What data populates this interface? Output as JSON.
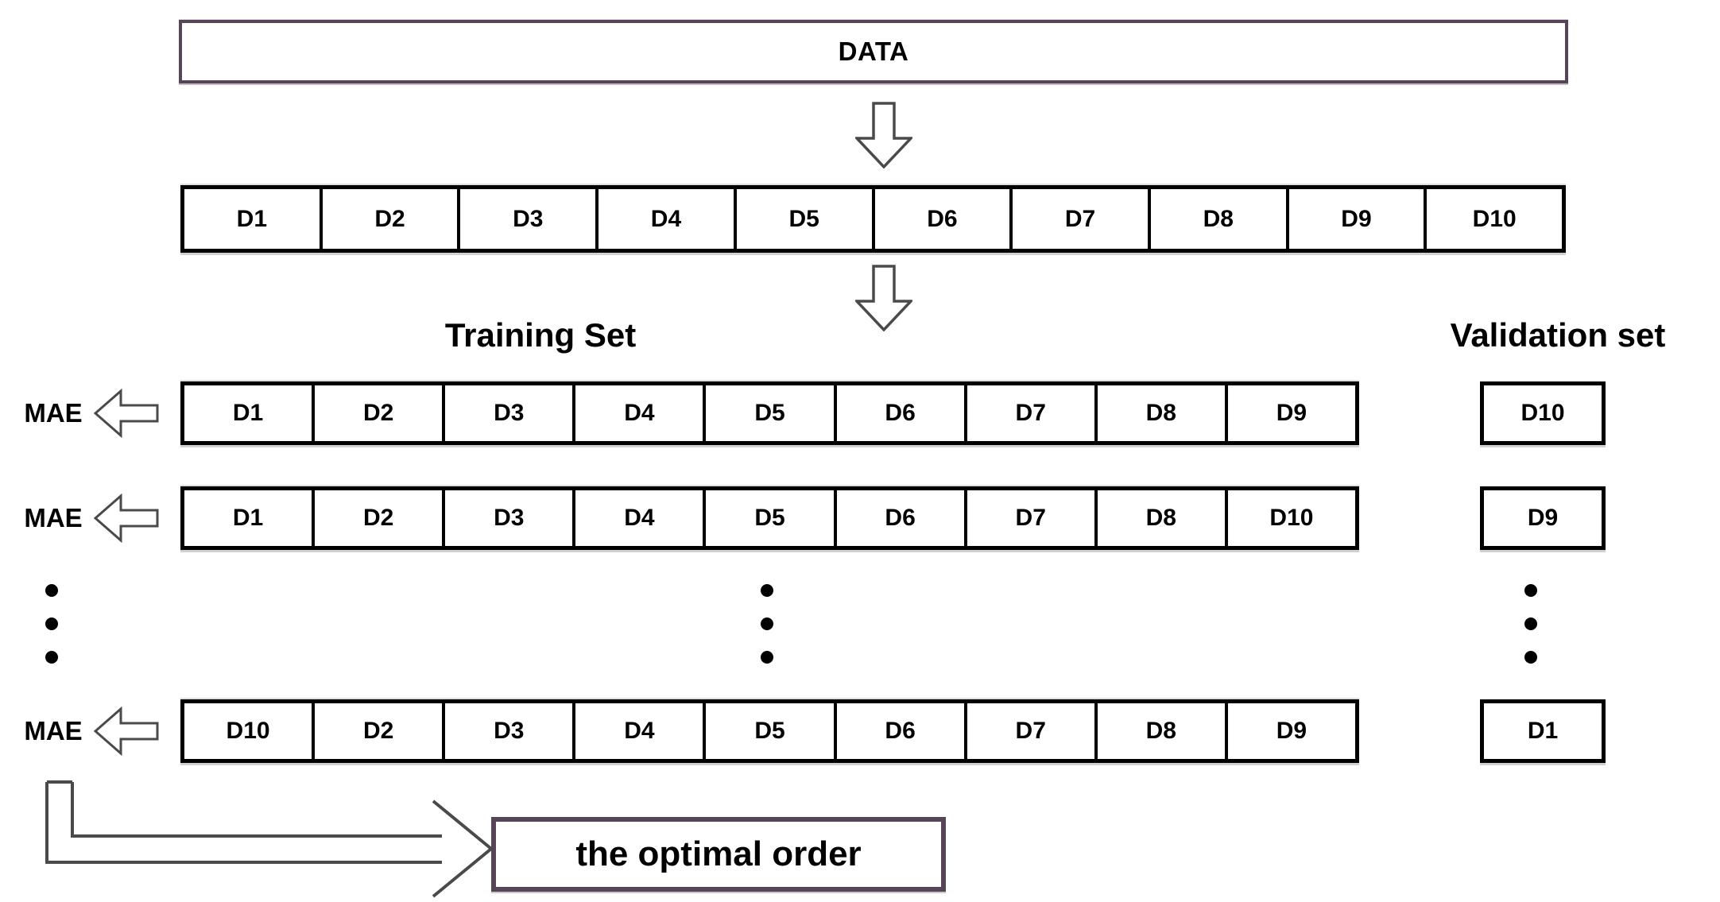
{
  "colors": {
    "purple_border": "#564457",
    "black": "#000000",
    "arrow_outline": "#4a4a4a",
    "background": "#ffffff"
  },
  "data_box": {
    "label": "DATA"
  },
  "segments_row": {
    "cells": [
      "D1",
      "D2",
      "D3",
      "D4",
      "D5",
      "D6",
      "D7",
      "D8",
      "D9",
      "D10"
    ]
  },
  "headings": {
    "training": "Training Set",
    "validation": "Validation set"
  },
  "folds": [
    {
      "metric": "MAE",
      "training": [
        "D1",
        "D2",
        "D3",
        "D4",
        "D5",
        "D6",
        "D7",
        "D8",
        "D9"
      ],
      "validation": "D10"
    },
    {
      "metric": "MAE",
      "training": [
        "D1",
        "D2",
        "D3",
        "D4",
        "D5",
        "D6",
        "D7",
        "D8",
        "D10"
      ],
      "validation": "D9"
    },
    {
      "metric": "MAE",
      "training": [
        "D10",
        "D2",
        "D3",
        "D4",
        "D5",
        "D6",
        "D7",
        "D8",
        "D9"
      ],
      "validation": "D1"
    }
  ],
  "ellipsis": {
    "dot_count": 3
  },
  "result": {
    "label": "the optimal order"
  },
  "icons": {
    "down_arrow": "hollow-block-arrow-down",
    "left_arrow": "hollow-block-arrow-left",
    "bent_arrow": "hollow-bent-arrow-right"
  }
}
